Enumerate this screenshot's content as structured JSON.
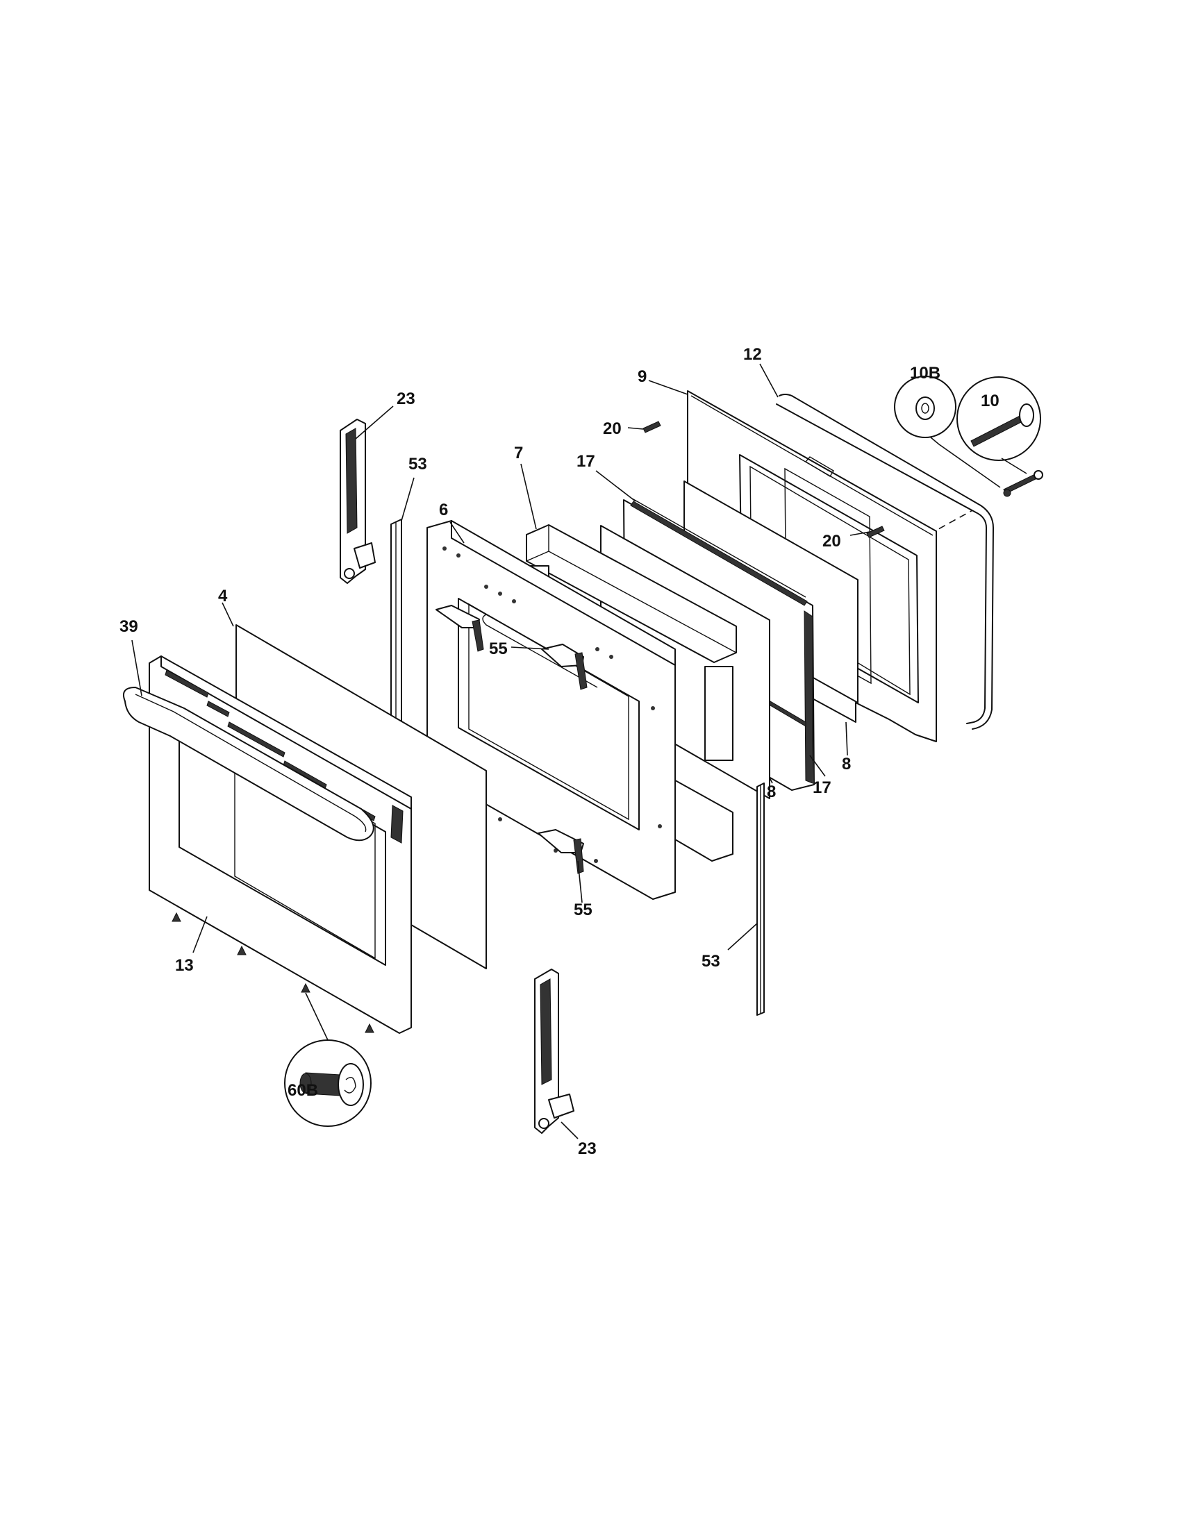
{
  "callouts": {
    "c23_top": "23",
    "c53_top": "53",
    "c6": "6",
    "c7": "7",
    "c17_top": "17",
    "c20_top": "20",
    "c9": "9",
    "c12": "12",
    "c10b": "10B",
    "c10": "10",
    "c20_right": "20",
    "c39": "39",
    "c4": "4",
    "c55_mid": "55",
    "c55_bottom": "55",
    "c8_right": "8",
    "c8_mid": "8",
    "c17_bottom": "17",
    "c13": "13",
    "c53_bottom": "53",
    "c60b": "60B",
    "c23_bottom": "23"
  }
}
